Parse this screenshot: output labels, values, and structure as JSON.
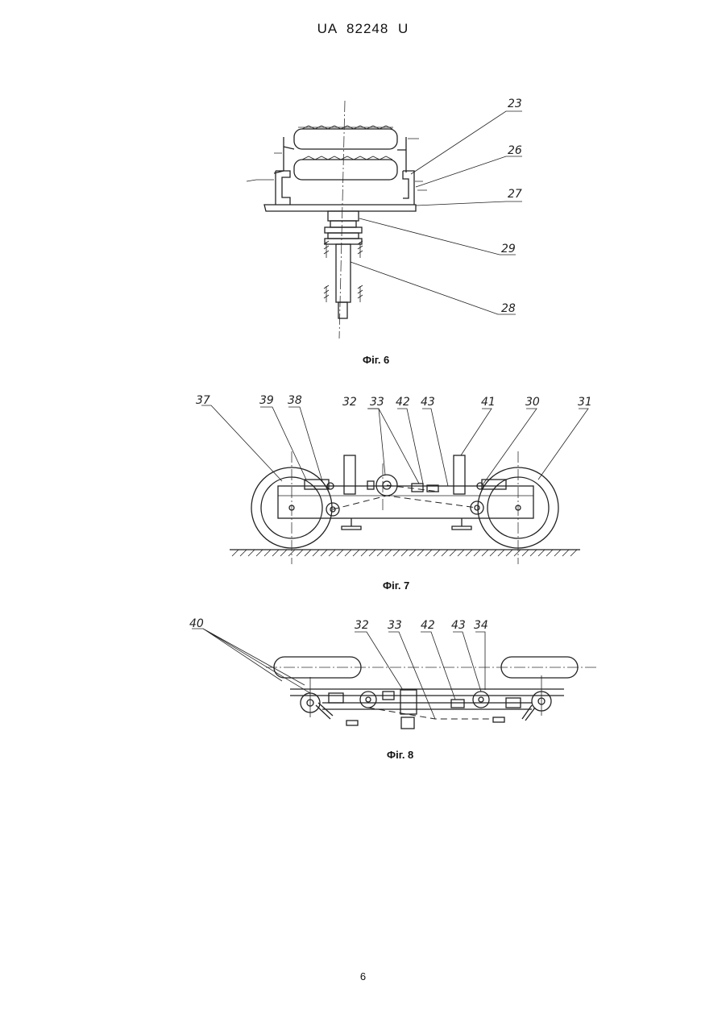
{
  "header": "UA   82248   U",
  "page_number": "6",
  "figures": [
    {
      "caption": "Фіг. 6",
      "labels": [
        "23",
        "26",
        "27",
        "29",
        "28"
      ]
    },
    {
      "caption": "Фіг. 7",
      "labels": [
        "37",
        "39",
        "38",
        "32",
        "33",
        "42",
        "43",
        "41",
        "30",
        "31"
      ]
    },
    {
      "caption": "Фіг. 8",
      "labels": [
        "40",
        "32",
        "33",
        "42",
        "43",
        "34"
      ]
    }
  ]
}
